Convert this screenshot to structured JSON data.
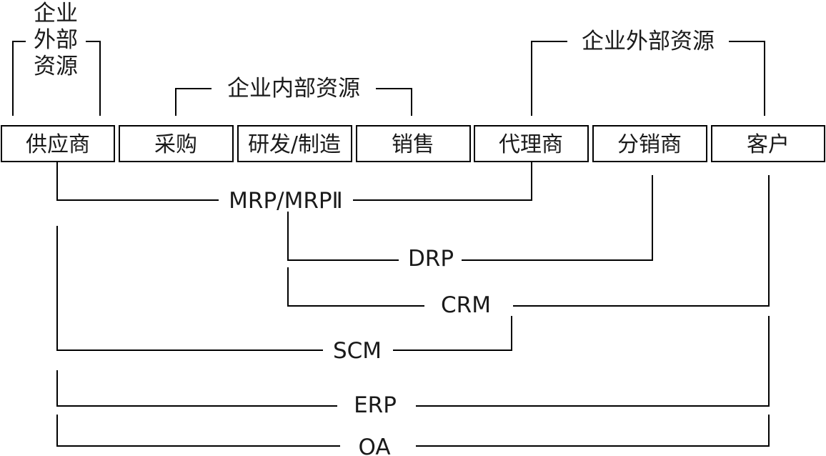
{
  "boxes": [
    {
      "id": "supplier",
      "label": "供应商"
    },
    {
      "id": "purchase",
      "label": "采购"
    },
    {
      "id": "rnd",
      "label": "研发/制造"
    },
    {
      "id": "sales",
      "label": "销售"
    },
    {
      "id": "agent",
      "label": "代理商"
    },
    {
      "id": "distributor",
      "label": "分销商"
    },
    {
      "id": "customer",
      "label": "客户"
    }
  ],
  "resource_labels": {
    "left_external": [
      "企业",
      "外部",
      "资源"
    ],
    "internal": "企业内部资源",
    "right_external": "企业外部资源"
  },
  "systems": {
    "mrp": "MRP/MRPⅡ",
    "drp": "DRP",
    "crm": "CRM",
    "scm": "SCM",
    "erp": "ERP",
    "oa": "OA"
  }
}
